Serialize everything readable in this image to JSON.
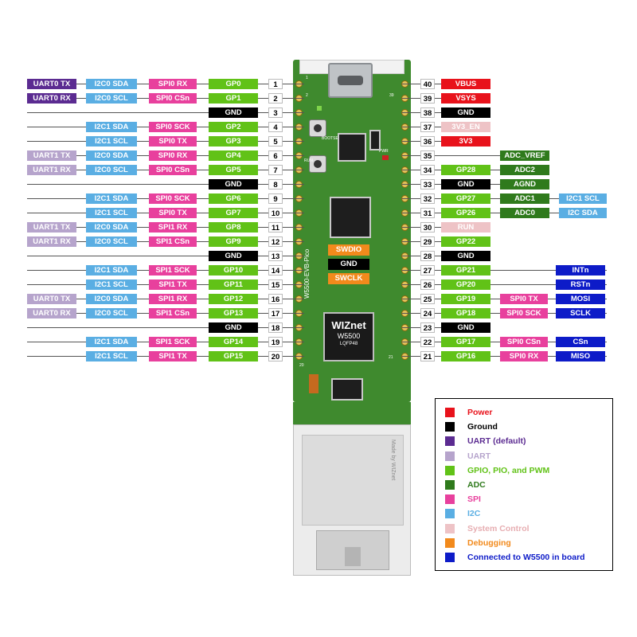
{
  "colors": {
    "power": "#e8121b",
    "ground": "#000000",
    "uart_default": "#5b2b91",
    "uart": "#b6a4cc",
    "gpio": "#61c217",
    "adc": "#2f7a1c",
    "spi": "#e8409d",
    "i2c": "#5aaee3",
    "sysctl": "#eec3c6",
    "debug": "#f28a1c",
    "w5500": "#0d1bc8"
  },
  "left_pins": [
    {
      "n": "1",
      "pin": {
        "t": "GP0",
        "c": "gpio"
      },
      "spi": {
        "t": "SPI0 RX",
        "c": "spi"
      },
      "i2c": {
        "t": "I2C0 SDA",
        "c": "i2c"
      },
      "uart": {
        "t": "UART0 TX",
        "c": "uart_default"
      }
    },
    {
      "n": "2",
      "pin": {
        "t": "GP1",
        "c": "gpio"
      },
      "spi": {
        "t": "SPI0 CSn",
        "c": "spi"
      },
      "i2c": {
        "t": "I2C0 SCL",
        "c": "i2c"
      },
      "uart": {
        "t": "UART0 RX",
        "c": "uart_default"
      }
    },
    {
      "n": "3",
      "pin": {
        "t": "GND",
        "c": "ground"
      }
    },
    {
      "n": "4",
      "pin": {
        "t": "GP2",
        "c": "gpio"
      },
      "spi": {
        "t": "SPI0 SCK",
        "c": "spi"
      },
      "i2c": {
        "t": "I2C1 SDA",
        "c": "i2c"
      }
    },
    {
      "n": "5",
      "pin": {
        "t": "GP3",
        "c": "gpio"
      },
      "spi": {
        "t": "SPI0 TX",
        "c": "spi"
      },
      "i2c": {
        "t": "I2C1 SCL",
        "c": "i2c"
      }
    },
    {
      "n": "6",
      "pin": {
        "t": "GP4",
        "c": "gpio"
      },
      "spi": {
        "t": "SPI0 RX",
        "c": "spi"
      },
      "i2c": {
        "t": "I2C0 SDA",
        "c": "i2c"
      },
      "uart": {
        "t": "UART1 TX",
        "c": "uart"
      }
    },
    {
      "n": "7",
      "pin": {
        "t": "GP5",
        "c": "gpio"
      },
      "spi": {
        "t": "SPI0 CSn",
        "c": "spi"
      },
      "i2c": {
        "t": "I2C0 SCL",
        "c": "i2c"
      },
      "uart": {
        "t": "UART1 RX",
        "c": "uart"
      }
    },
    {
      "n": "8",
      "pin": {
        "t": "GND",
        "c": "ground"
      }
    },
    {
      "n": "9",
      "pin": {
        "t": "GP6",
        "c": "gpio"
      },
      "spi": {
        "t": "SPI0 SCK",
        "c": "spi"
      },
      "i2c": {
        "t": "I2C1 SDA",
        "c": "i2c"
      }
    },
    {
      "n": "10",
      "pin": {
        "t": "GP7",
        "c": "gpio"
      },
      "spi": {
        "t": "SPI0 TX",
        "c": "spi"
      },
      "i2c": {
        "t": "I2C1 SCL",
        "c": "i2c"
      }
    },
    {
      "n": "11",
      "pin": {
        "t": "GP8",
        "c": "gpio"
      },
      "spi": {
        "t": "SPI1 RX",
        "c": "spi"
      },
      "i2c": {
        "t": "I2C0 SDA",
        "c": "i2c"
      },
      "uart": {
        "t": "UART1 TX",
        "c": "uart"
      }
    },
    {
      "n": "12",
      "pin": {
        "t": "GP9",
        "c": "gpio"
      },
      "spi": {
        "t": "SPI1 CSn",
        "c": "spi"
      },
      "i2c": {
        "t": "I2C0 SCL",
        "c": "i2c"
      },
      "uart": {
        "t": "UART1 RX",
        "c": "uart"
      }
    },
    {
      "n": "13",
      "pin": {
        "t": "GND",
        "c": "ground"
      }
    },
    {
      "n": "14",
      "pin": {
        "t": "GP10",
        "c": "gpio"
      },
      "spi": {
        "t": "SPI1 SCK",
        "c": "spi"
      },
      "i2c": {
        "t": "I2C1 SDA",
        "c": "i2c"
      }
    },
    {
      "n": "15",
      "pin": {
        "t": "GP11",
        "c": "gpio"
      },
      "spi": {
        "t": "SPI1 TX",
        "c": "spi"
      },
      "i2c": {
        "t": "I2C1 SCL",
        "c": "i2c"
      }
    },
    {
      "n": "16",
      "pin": {
        "t": "GP12",
        "c": "gpio"
      },
      "spi": {
        "t": "SPI1 RX",
        "c": "spi"
      },
      "i2c": {
        "t": "I2C0 SDA",
        "c": "i2c"
      },
      "uart": {
        "t": "UART0 TX",
        "c": "uart"
      }
    },
    {
      "n": "17",
      "pin": {
        "t": "GP13",
        "c": "gpio"
      },
      "spi": {
        "t": "SPI1 CSn",
        "c": "spi"
      },
      "i2c": {
        "t": "I2C0 SCL",
        "c": "i2c"
      },
      "uart": {
        "t": "UART0 RX",
        "c": "uart"
      }
    },
    {
      "n": "18",
      "pin": {
        "t": "GND",
        "c": "ground"
      }
    },
    {
      "n": "19",
      "pin": {
        "t": "GP14",
        "c": "gpio"
      },
      "spi": {
        "t": "SPI1 SCK",
        "c": "spi"
      },
      "i2c": {
        "t": "I2C1 SDA",
        "c": "i2c"
      }
    },
    {
      "n": "20",
      "pin": {
        "t": "GP15",
        "c": "gpio"
      },
      "spi": {
        "t": "SPI1 TX",
        "c": "spi"
      },
      "i2c": {
        "t": "I2C1 SCL",
        "c": "i2c"
      }
    }
  ],
  "right_pins": [
    {
      "n": "40",
      "pin": {
        "t": "VBUS",
        "c": "power"
      }
    },
    {
      "n": "39",
      "pin": {
        "t": "VSYS",
        "c": "power"
      }
    },
    {
      "n": "38",
      "pin": {
        "t": "GND",
        "c": "ground"
      }
    },
    {
      "n": "37",
      "pin": {
        "t": "3V3_EN",
        "c": "sysctl"
      }
    },
    {
      "n": "36",
      "pin": {
        "t": "3V3",
        "c": "power"
      }
    },
    {
      "n": "35",
      "adc": {
        "t": "ADC_VREF",
        "c": "adc"
      }
    },
    {
      "n": "34",
      "pin": {
        "t": "GP28",
        "c": "gpio"
      },
      "adc": {
        "t": "ADC2",
        "c": "adc"
      }
    },
    {
      "n": "33",
      "pin": {
        "t": "GND",
        "c": "ground"
      },
      "adc": {
        "t": "AGND",
        "c": "adc"
      }
    },
    {
      "n": "32",
      "pin": {
        "t": "GP27",
        "c": "gpio"
      },
      "adc": {
        "t": "ADC1",
        "c": "adc"
      },
      "i2c": {
        "t": "I2C1 SCL",
        "c": "i2c"
      }
    },
    {
      "n": "31",
      "pin": {
        "t": "GP26",
        "c": "gpio"
      },
      "adc": {
        "t": "ADC0",
        "c": "adc"
      },
      "i2c": {
        "t": "I2C SDA",
        "c": "i2c"
      }
    },
    {
      "n": "30",
      "pin": {
        "t": "RUN",
        "c": "sysctl"
      }
    },
    {
      "n": "29",
      "pin": {
        "t": "GP22",
        "c": "gpio"
      }
    },
    {
      "n": "28",
      "pin": {
        "t": "GND",
        "c": "ground"
      }
    },
    {
      "n": "27",
      "pin": {
        "t": "GP21",
        "c": "gpio"
      },
      "w5500": {
        "t": "INTn",
        "c": "w5500"
      }
    },
    {
      "n": "26",
      "pin": {
        "t": "GP20",
        "c": "gpio"
      },
      "w5500": {
        "t": "RSTn",
        "c": "w5500"
      }
    },
    {
      "n": "25",
      "pin": {
        "t": "GP19",
        "c": "gpio"
      },
      "spi": {
        "t": "SPI0 TX",
        "c": "spi"
      },
      "w5500": {
        "t": "MOSI",
        "c": "w5500"
      }
    },
    {
      "n": "24",
      "pin": {
        "t": "GP18",
        "c": "gpio"
      },
      "spi": {
        "t": "SPI0 SCK",
        "c": "spi"
      },
      "w5500": {
        "t": "SCLK",
        "c": "w5500"
      }
    },
    {
      "n": "23",
      "pin": {
        "t": "GND",
        "c": "ground"
      }
    },
    {
      "n": "22",
      "pin": {
        "t": "GP17",
        "c": "gpio"
      },
      "spi": {
        "t": "SPI0 CSn",
        "c": "spi"
      },
      "w5500": {
        "t": "CSn",
        "c": "w5500"
      }
    },
    {
      "n": "21",
      "pin": {
        "t": "GP16",
        "c": "gpio"
      },
      "spi": {
        "t": "SPI0 RX",
        "c": "spi"
      },
      "w5500": {
        "t": "MISO",
        "c": "w5500"
      }
    }
  ],
  "debug_pins": [
    {
      "t": "SWDIO",
      "c": "debug"
    },
    {
      "t": "GND",
      "c": "ground"
    },
    {
      "t": "SWCLK",
      "c": "debug"
    }
  ],
  "board": {
    "name": "W5500-EVB-Pico",
    "chip_brand": "WIZnet",
    "chip_model": "W5500",
    "chip_package": "LQFP48",
    "bootsel": "BOOTSEL",
    "run": "RUN",
    "pwr": "PWR",
    "corner_1": "1",
    "corner_2": "2",
    "corner_39": "39",
    "corner_20": "20",
    "corner_21": "21",
    "rj45_brand": "Made by WIZnet"
  },
  "legend": [
    {
      "label": "Power",
      "c": "power",
      "text_color": "#e8121b"
    },
    {
      "label": "Ground",
      "c": "ground",
      "text_color": "#000000"
    },
    {
      "label": "UART  (default)",
      "c": "uart_default",
      "text_color": "#5b2b91"
    },
    {
      "label": "UART",
      "c": "uart",
      "text_color": "#b6a4cc"
    },
    {
      "label": "GPIO, PIO, and PWM",
      "c": "gpio",
      "text_color": "#61c217"
    },
    {
      "label": "ADC",
      "c": "adc",
      "text_color": "#2f7a1c"
    },
    {
      "label": "SPI",
      "c": "spi",
      "text_color": "#e8409d"
    },
    {
      "label": "I2C",
      "c": "i2c",
      "text_color": "#5aaee3"
    },
    {
      "label": "System Control",
      "c": "sysctl",
      "text_color": "#e7aeb2"
    },
    {
      "label": "Debugging",
      "c": "debug",
      "text_color": "#f28a1c"
    },
    {
      "label": "Connected to W5500 in board",
      "c": "w5500",
      "text_color": "#0d1bc8"
    }
  ]
}
